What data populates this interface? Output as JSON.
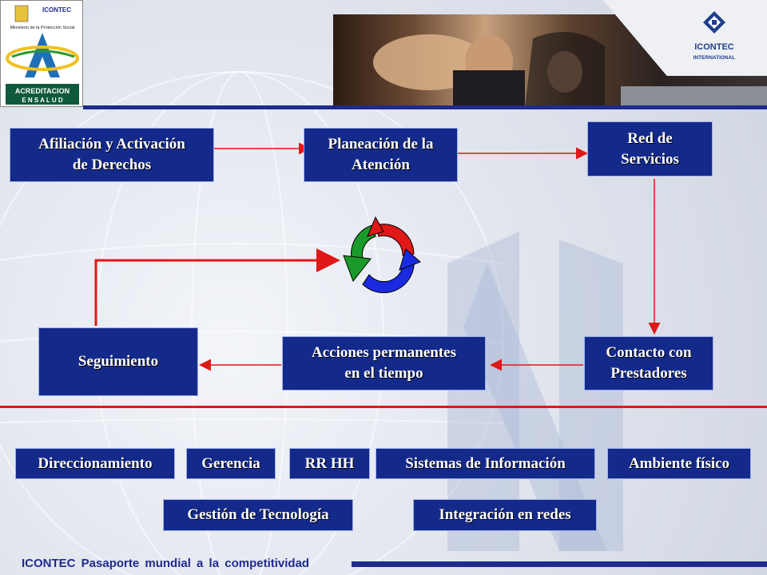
{
  "header": {
    "left_logo_top_text": "ICONTEC",
    "left_logo_caption": "Ministerio de la Protección Social",
    "left_logo_badge_line1": "ACREDITACION",
    "left_logo_badge_line2": "E N  S A L U D",
    "right_logo_line1": "ICONTEC",
    "right_logo_line2": "INTERNATIONAL"
  },
  "flow": {
    "afiliacion": "Afiliación y Activación\nde Derechos",
    "planeacion": "Planeación de la\nAtención",
    "red": "Red  de\nServicios",
    "contacto": "Contacto con\nPrestadores",
    "acciones": "Acciones permanentes\nen el tiempo",
    "seguimiento": "Seguimiento"
  },
  "bottom": {
    "direccionamiento": "Direccionamiento",
    "gerencia": "Gerencia",
    "rrhh": "RR HH",
    "sistemas": "Sistemas de Información",
    "ambiente": "Ambiente físico",
    "gestion": "Gestión de Tecnología",
    "integracion": "Integración en redes"
  },
  "footer": {
    "text": "ICONTEC Pasaporte  mundial a la competitividad"
  },
  "colors": {
    "box": "#142a8a",
    "arrow": "#e01818",
    "cycle_red": "#e01818",
    "cycle_green": "#1a9a2a",
    "cycle_blue": "#1a2ae0"
  }
}
